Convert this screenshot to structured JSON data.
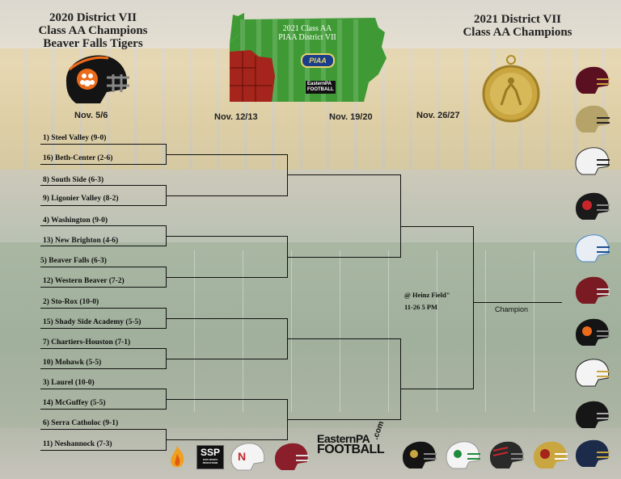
{
  "header": {
    "left_title_lines": [
      "2020 District VII",
      "Class AA Champions",
      "Beaver Falls Tigers"
    ],
    "right_title_lines": [
      "2021 District VII",
      "Class AA Champions"
    ],
    "map_title_lines": [
      "2021 Class AA",
      "PIAA District VII"
    ],
    "map_logo": "PIAA",
    "map_brand_lines": [
      "EasternPA",
      "FOOTBALL"
    ]
  },
  "rounds": [
    "Nov. 5/6",
    "Nov. 12/13",
    "Nov. 19/20",
    "Nov. 26/27"
  ],
  "teams": [
    "1) Steel Valley (9-0)",
    "16) Beth-Center (2-6)",
    "8) South Side (6-3)",
    "9) Ligonier Valley (8-2)",
    "4) Washington (9-0)",
    "13) New Brighton  (4-6)",
    "5) Beaver Falls (6-3)",
    "12) Western Beaver (7-2)",
    "2) Sto-Rox (10-0)",
    "15) Shady Side Academy (5-5)",
    "7) Chartiers-Houston (7-1)",
    "10)  Mohawk (5-5)",
    "3) Laurel (10-0)",
    "14) McGuffey (5-5)",
    " 6) Serra Catholoc (9-1)",
    "11) Neshannock (7-3)"
  ],
  "final_note_lines": [
    "@ Heinz Field\"",
    "11-26 5 PM"
  ],
  "champion_label": "Champion",
  "footer": {
    "brand_lines": [
      "EasternPA",
      "FOOTBALL"
    ],
    "brand_suffix": ".com",
    "ssp_logo": "SSP",
    "ssp_sub": "SUITE SPORTS PRODUCTIONS"
  },
  "colors": {
    "bracket_line": "#111111",
    "map_green": "#3f9a35",
    "map_red": "#a5241b",
    "medal_gold": "#c9a640",
    "tiger_orange": "#ec6b1a"
  },
  "icons": [
    "beaver-falls-helmet-icon",
    "pennsylvania-map-icon",
    "gold-medal-icon",
    "team-helmet-icon"
  ]
}
